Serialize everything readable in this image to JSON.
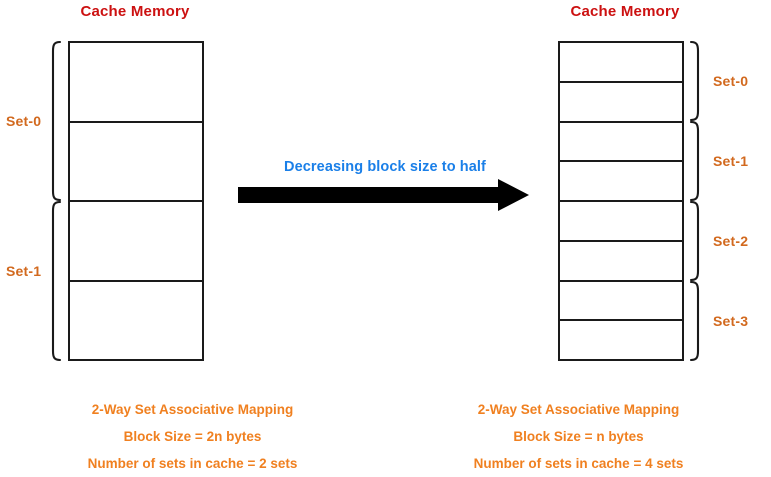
{
  "diagram": {
    "left_panel": {
      "title": "Cache Memory",
      "lines_count": 4,
      "sets": [
        {
          "label": "Set-0",
          "lines": 2
        },
        {
          "label": "Set-1",
          "lines": 2
        }
      ],
      "caption": {
        "line1": "2-Way Set Associative Mapping",
        "line2": "Block Size = 2n bytes",
        "line3": "Number of sets in cache = 2 sets"
      }
    },
    "right_panel": {
      "title": "Cache Memory",
      "lines_count": 8,
      "sets": [
        {
          "label": "Set-0",
          "lines": 2
        },
        {
          "label": "Set-1",
          "lines": 2
        },
        {
          "label": "Set-2",
          "lines": 2
        },
        {
          "label": "Set-3",
          "lines": 2
        }
      ],
      "caption": {
        "line1": "2-Way Set Associative Mapping",
        "line2": "Block Size = n bytes",
        "line3": "Number of sets in cache = 4 sets"
      }
    },
    "transform": {
      "caption": "Decreasing block size to half",
      "arrow_icon": "right-arrow-icon"
    },
    "colors": {
      "title": "#cc1111",
      "set_label": "#d2691e",
      "caption": "#f08020",
      "transform_caption": "#1a7fe8",
      "arrow": "#000000",
      "line_border": "#1a1a1a",
      "background": "#ffffff"
    }
  }
}
